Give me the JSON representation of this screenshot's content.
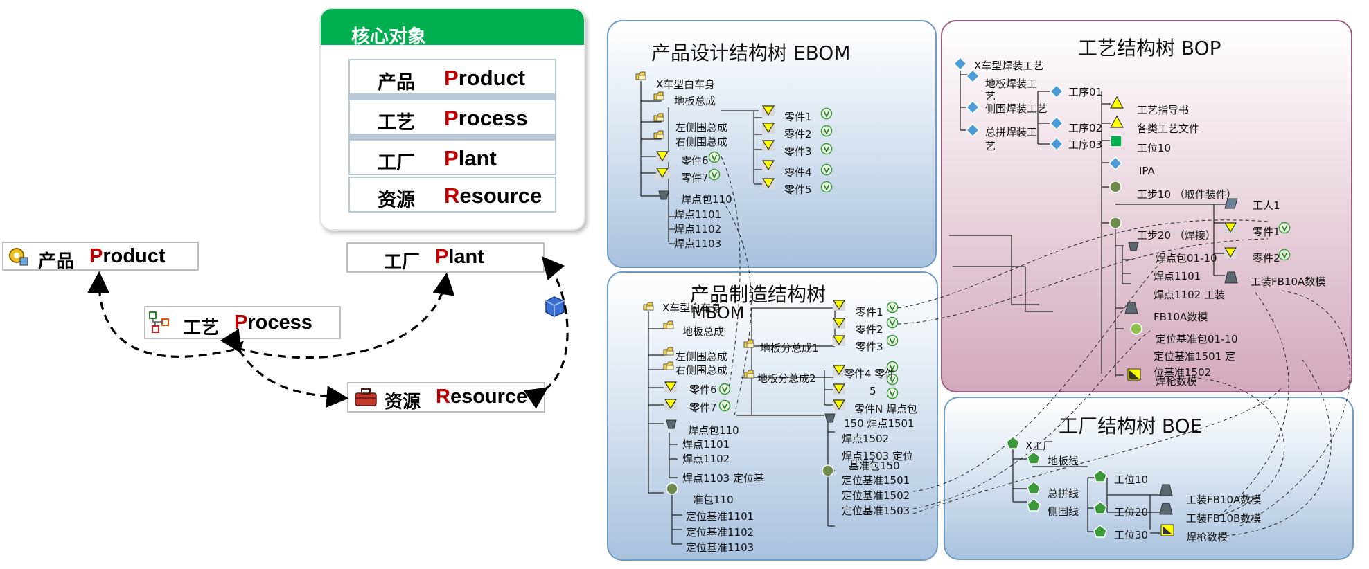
{
  "core": {
    "title": "核心对象",
    "rows": [
      {
        "zh": "产品",
        "en_first": "P",
        "en_rest": "roduct"
      },
      {
        "zh": "工艺",
        "en_first": "P",
        "en_rest": "rocess"
      },
      {
        "zh": "工厂",
        "en_first": "P",
        "en_rest": "lant"
      },
      {
        "zh": "资源",
        "en_first": "R",
        "en_rest": "esource"
      }
    ]
  },
  "relation": {
    "product": {
      "zh": "产品",
      "en_first": "P",
      "en_rest": "roduct"
    },
    "process": {
      "zh": "工艺",
      "en_first": "P",
      "en_rest": "rocess"
    },
    "plant": {
      "zh": "工厂",
      "en_first": "P",
      "en_rest": "lant"
    },
    "resource": {
      "zh": "资源",
      "en_first": "R",
      "en_rest": "esource"
    }
  },
  "ebom": {
    "title": "产品设计结构树 EBOM",
    "labels": [
      "X车型白车身",
      "地板总成",
      "左侧围总成",
      "右侧围总成",
      "零件6",
      "零件7",
      "焊点包110",
      "焊点1101",
      "焊点1102",
      "焊点1103",
      "零件1",
      "零件2",
      "零件3",
      "零件4",
      "零件5"
    ]
  },
  "mbom": {
    "title_line1": "产品制造结构树",
    "title_line2": "MBOM",
    "labels": [
      "X车型白车身",
      "地板总成",
      "左侧围总成",
      "右侧围总成",
      "零件6",
      "零件7",
      "焊点包110",
      "焊点1101",
      "焊点1102",
      "焊点1103 定位基",
      "准包110",
      "定位基准1101",
      "定位基准1102",
      "定位基准1103",
      "地板分总成1",
      "地板分总成2",
      "零件1",
      "零件2",
      "零件3",
      "零件4 零件",
      "5",
      "零件N 焊点包",
      "150 焊点1501",
      "焊点1502",
      "焊点1503 定位",
      "基准包150",
      "定位基准1501",
      "定位基准1502",
      "定位基准1503"
    ]
  },
  "bop": {
    "title": "工艺结构树  BOP",
    "labels": [
      "X车型焊装工艺",
      "地板焊装工",
      "艺",
      "侧围焊装工艺",
      "总拼焊装工",
      "艺",
      "工序01",
      "工序02",
      "工序03",
      "工艺指导书",
      "各类工艺文件",
      "工位10",
      "IPA",
      "工步10 （取件装件）",
      "工人1",
      "零件1",
      "零件2",
      "工步20 （焊接）",
      "焊点包01-10",
      "焊点1101",
      "焊点1102 工装",
      "工装FB10A数模",
      "FB10A数模",
      "定位基准包01-10",
      "定位基准1501 定",
      "位基准1502",
      "焊枪数模"
    ]
  },
  "boe": {
    "title": "工厂结构树 BOE",
    "labels": [
      "X工厂",
      "地板线",
      "总拼线",
      "侧围线",
      "工位10",
      "工位20",
      "工位30",
      "工装FB10A数模",
      "工装FB10B数模",
      "焊枪数模"
    ]
  },
  "icons": [
    "product-gear-icon",
    "process-flow-icon",
    "plant-cube-icon",
    "resource-toolbox-icon",
    "folder-icon",
    "part-triangle-icon",
    "weld-package-icon",
    "version-v-icon",
    "operation-diamond-icon",
    "document-triangle-icon",
    "station-square-icon",
    "step-circle-icon",
    "worker-icon",
    "fixture-icon",
    "weld-gun-icon",
    "factory-pentagon-icon"
  ],
  "colors": {
    "core_header": "#00b050",
    "accent_red": "#c00000",
    "panel_blue": "#a9c2de",
    "panel_pink": "#d2a9bc",
    "triangle_yellow": "#ffff00",
    "station_green": "#00b050",
    "diamond_blue": "#4a9bd6"
  }
}
